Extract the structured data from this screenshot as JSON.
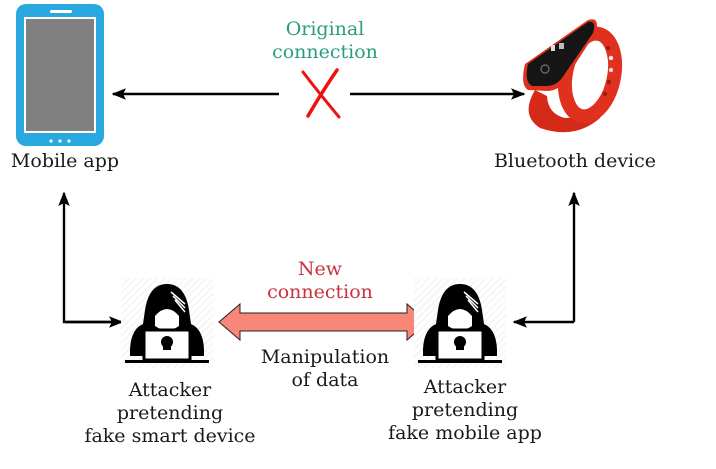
{
  "diagram": {
    "title": "Bluetooth man-in-the-middle attack",
    "nodes": {
      "mobile_app": {
        "label": "Mobile app",
        "icon": "smartphone-icon"
      },
      "bluetooth_device": {
        "label": "Bluetooth device",
        "icon": "fitness-band-icon"
      },
      "attacker_left": {
        "label_lines": [
          "Attacker",
          "pretending",
          "fake smart device"
        ],
        "icon": "hacker-icon"
      },
      "attacker_right": {
        "label_lines": [
          "Attacker",
          "pretending",
          "fake mobile app"
        ],
        "icon": "hacker-icon"
      }
    },
    "edges": {
      "original": {
        "label_lines": [
          "Original",
          "connection"
        ],
        "status": "broken",
        "status_icon": "red-x-icon"
      },
      "new": {
        "label_lines": [
          "New",
          "connection"
        ],
        "note_lines": [
          "Manipulation",
          "of data"
        ]
      }
    },
    "colors": {
      "original_label": "#2a9d80",
      "new_label": "#c8323c",
      "broken_mark": "#ee1111",
      "new_arrow_fill": "#f8877a",
      "phone_body": "#29a8e0",
      "phone_screen": "#808080",
      "band": "#e0301e",
      "arrow": "#000000"
    }
  }
}
